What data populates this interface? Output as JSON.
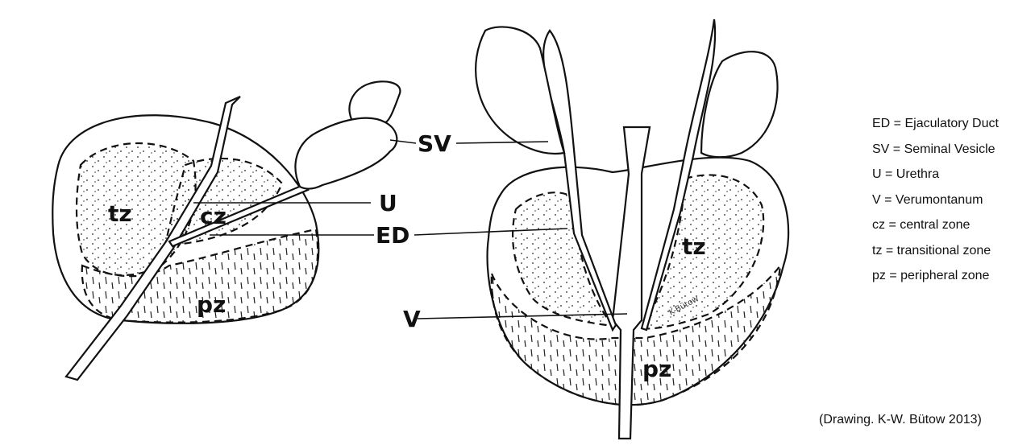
{
  "diagram": {
    "left_view_labels": {
      "tz": "tz",
      "cz": "cz",
      "pz": "pz"
    },
    "right_view_labels": {
      "tz": "tz",
      "pz": "pz"
    },
    "callouts": {
      "sv": "SV",
      "u": "U",
      "ed": "ED",
      "v": "V"
    },
    "signature": "K-Bütow"
  },
  "legend": [
    "ED = Ejaculatory Duct",
    "SV = Seminal Vesicle",
    "U = Urethra",
    "V = Verumontanum",
    "cz = central zone",
    "tz = transitional zone",
    "pz = peripheral zone"
  ],
  "credit": "(Drawing. K-W. Bütow 2013)"
}
